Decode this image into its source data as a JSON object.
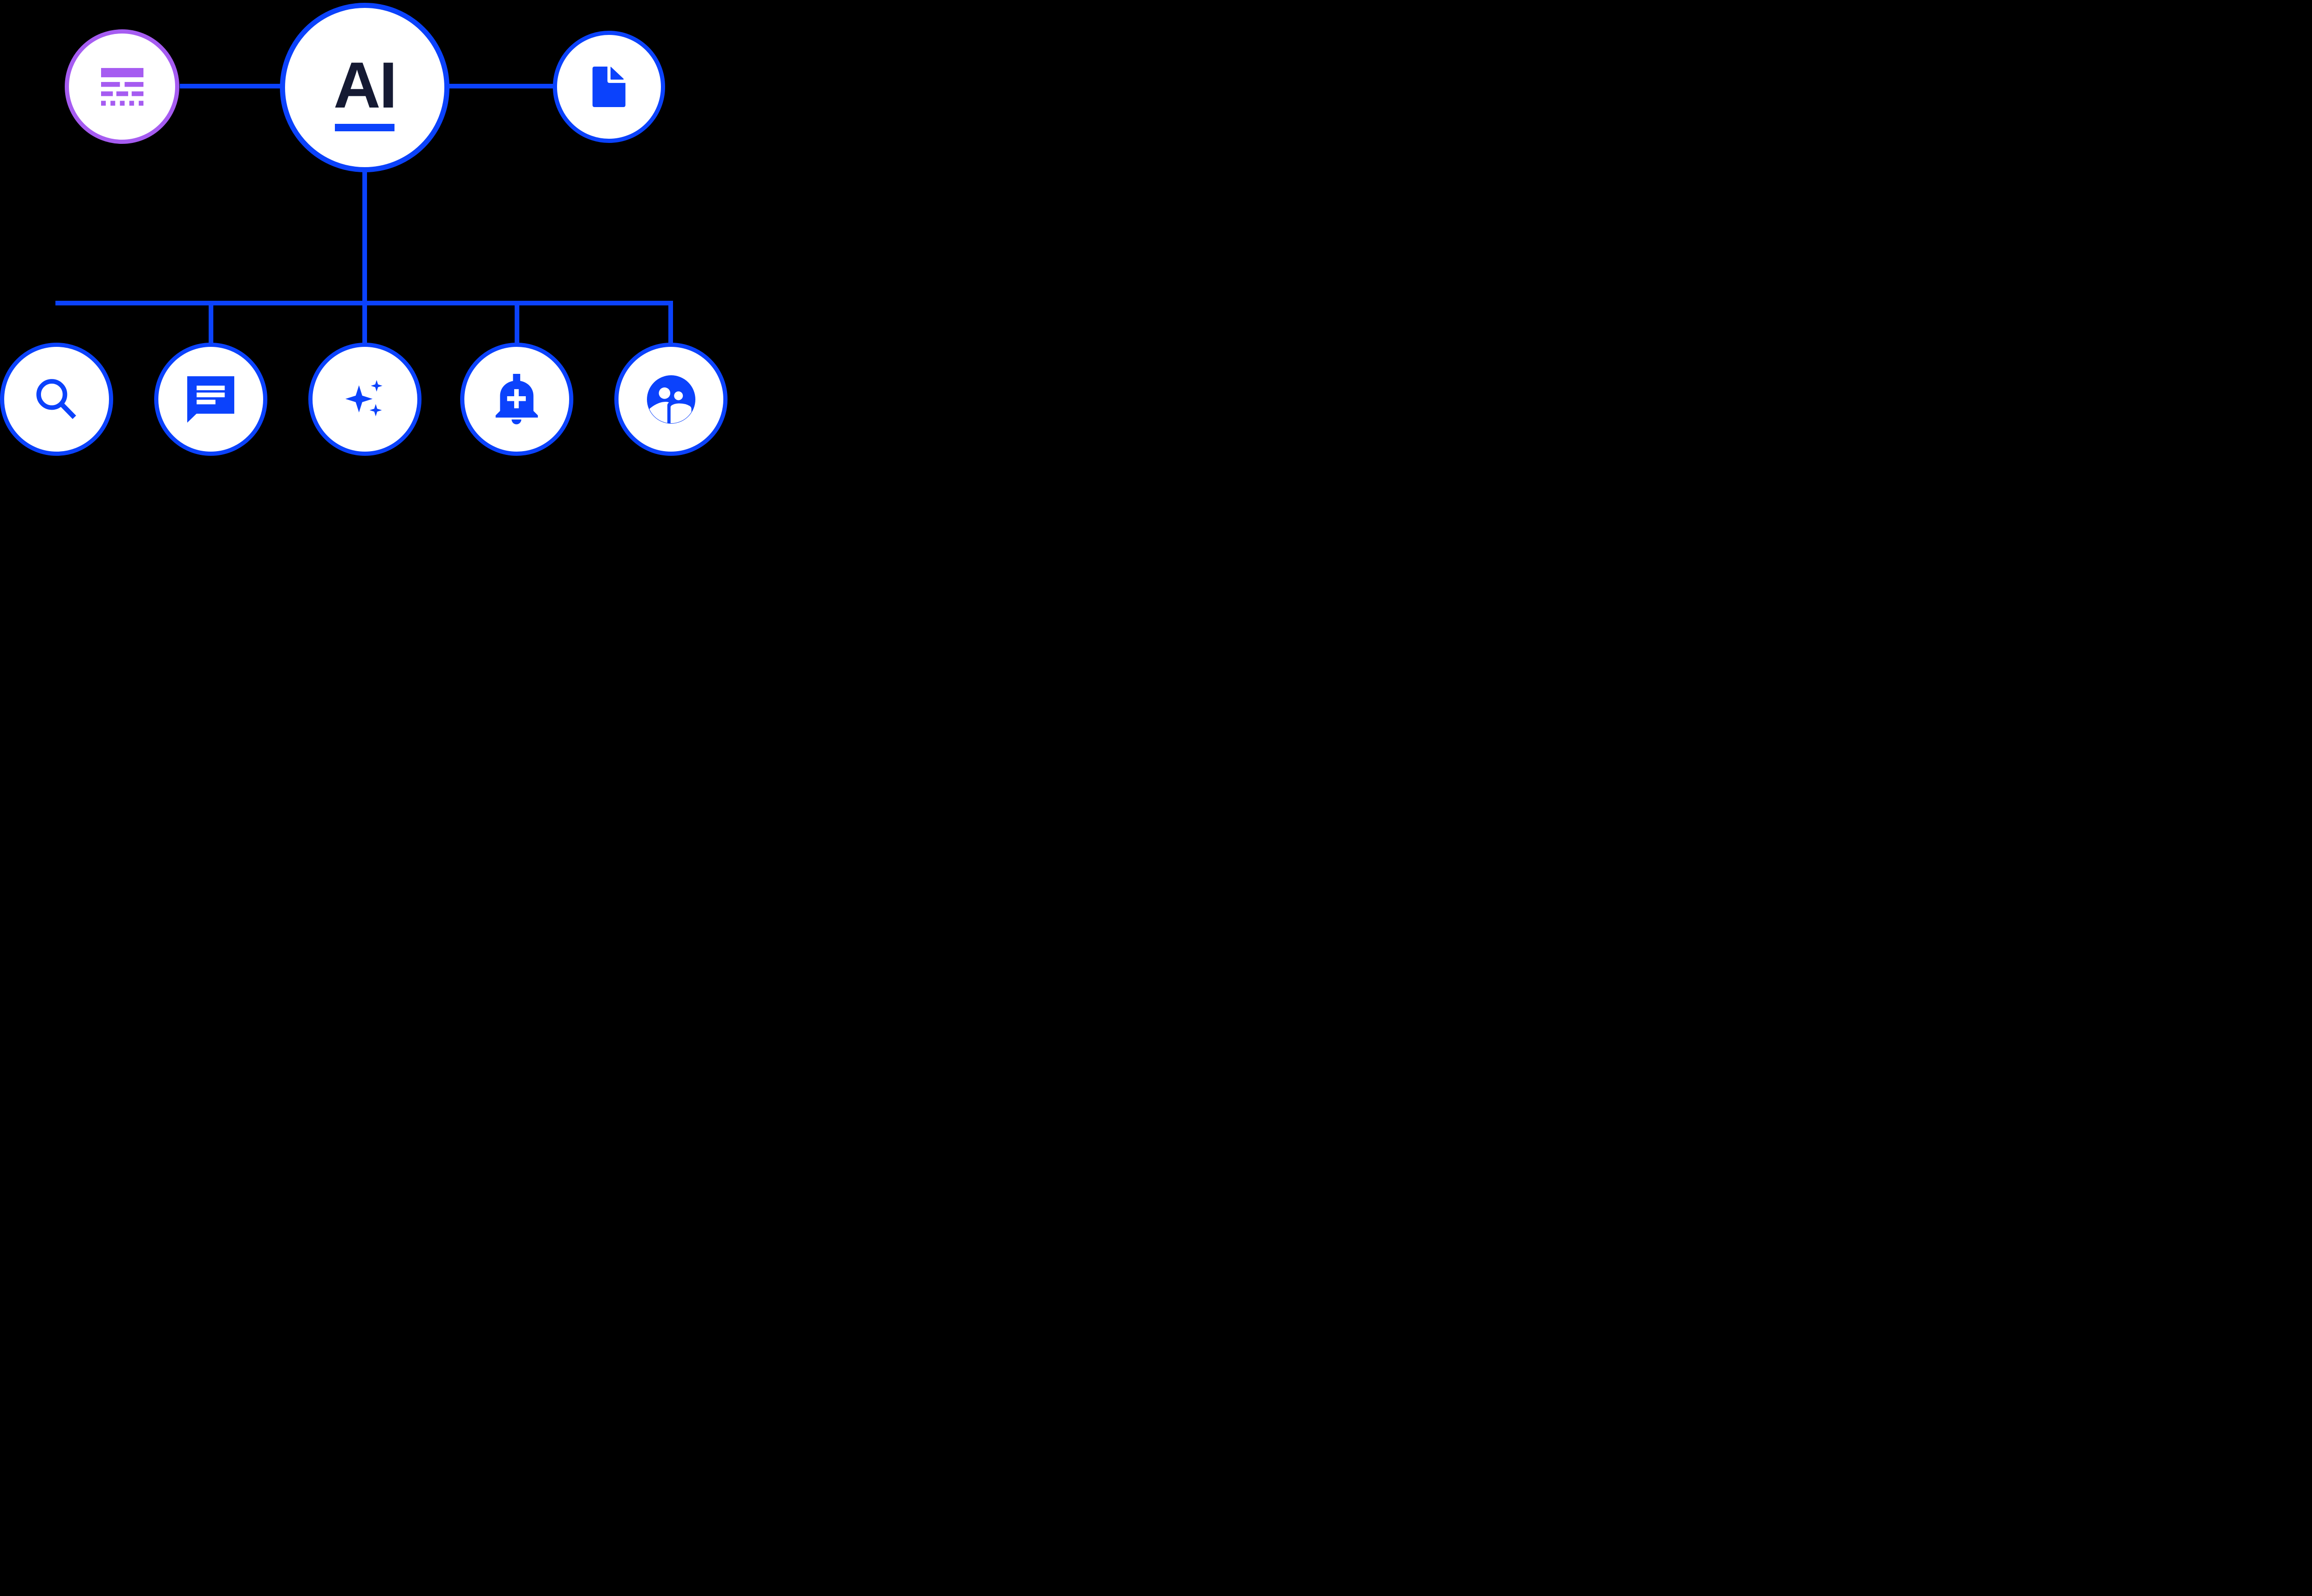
{
  "diagram": {
    "hub": {
      "label": "AI",
      "text_color": "#151A33",
      "underline_color": "#0B42FC"
    },
    "colors": {
      "background": "#000000",
      "blue": "#0B42FC",
      "purple": "#A65CF1",
      "circle_fill": "#FFFFFF"
    },
    "top_nodes": [
      {
        "id": "summary-source",
        "icon": "list-summary-icon",
        "accent": "#A65CF1"
      },
      {
        "id": "document-output",
        "icon": "document-icon",
        "accent": "#0B42FC"
      }
    ],
    "bottom_nodes": [
      {
        "id": "search",
        "icon": "search-icon"
      },
      {
        "id": "chat",
        "icon": "chat-bubble-icon"
      },
      {
        "id": "sparkles",
        "icon": "sparkles-icon"
      },
      {
        "id": "notifications",
        "icon": "bell-plus-icon"
      },
      {
        "id": "people",
        "icon": "people-group-icon"
      }
    ]
  }
}
